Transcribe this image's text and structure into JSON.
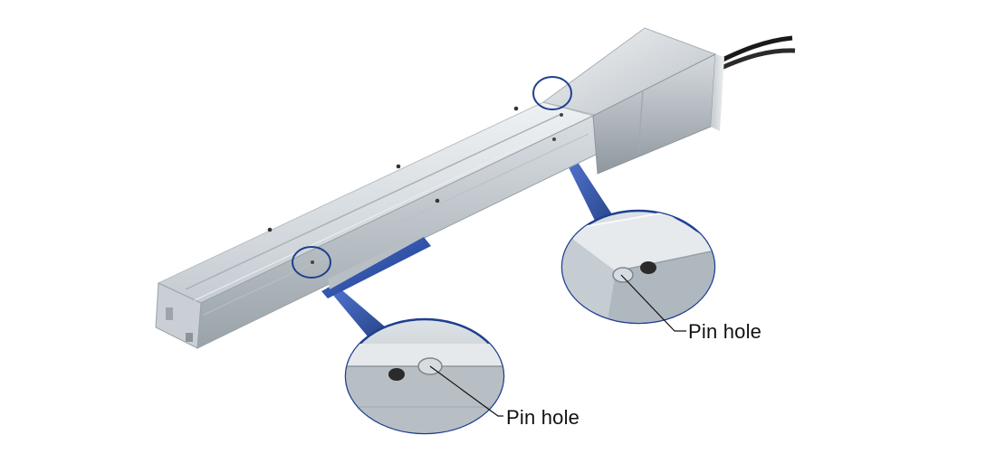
{
  "image": {
    "subject": "linear-actuator-product-photo"
  },
  "callouts": [
    {
      "label": "Pin hole"
    },
    {
      "label": "Pin hole"
    }
  ],
  "colors": {
    "background": "#ffffff",
    "aluminum": "#cfd5da",
    "highlight_ring": "#1f3f8f",
    "leader_wedge": "#1c3b84",
    "blue_slider": "#2c4fb0",
    "cable": "#1a1a1a"
  }
}
